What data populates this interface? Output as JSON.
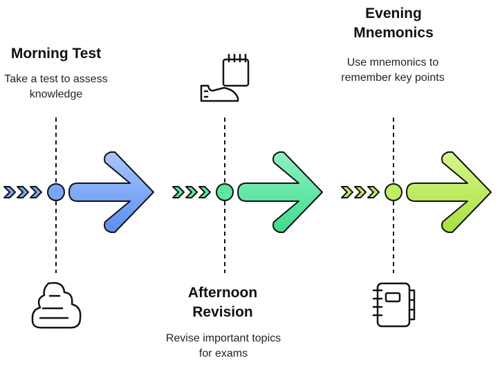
{
  "stages": [
    {
      "title": "Morning Test",
      "description": "Take a test to assess knowledge",
      "color_light": "#a9c6ff",
      "color_dark": "#5b8ef0",
      "icon": "poop-pile-icon"
    },
    {
      "title": "Afternoon Revision",
      "description": "Revise important topics for exams",
      "color_light": "#8ff0c2",
      "color_dark": "#3ddc8c",
      "icon": "notepad-and-shoe-icon"
    },
    {
      "title": "Evening Mnemonics",
      "description": "Use mnemonics to remember key points",
      "color_light": "#d6f78a",
      "color_dark": "#a6e03f",
      "icon": "notebook-icon"
    }
  ]
}
